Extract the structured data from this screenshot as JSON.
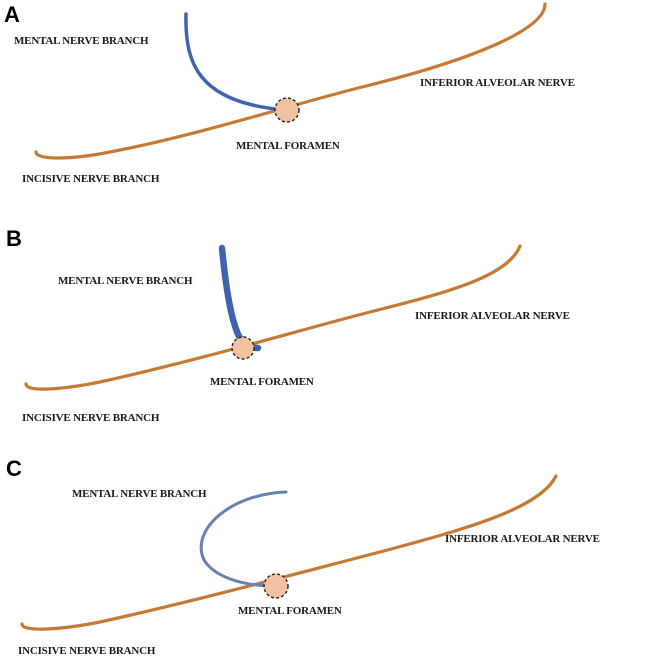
{
  "colors": {
    "main_nerve": "#c47a35",
    "mental_branch": "#3f64ad",
    "mental_branch_light": "#6880b0",
    "foramen_fill": "#f2c1a0"
  },
  "panels": [
    {
      "letter": "A",
      "mental_branch": "MENTAL  NERVE BRANCH",
      "inferior_alveolar": "INFERIOR ALVEOLAR NERVE",
      "mental_foramen": "MENTAL FORAMEN",
      "incisive": "INCISIVE NERVE BRANCH"
    },
    {
      "letter": "B",
      "mental_branch": "MENTAL  NERVE BRANCH",
      "inferior_alveolar": "INFERIOR ALVEOLAR NERVE",
      "mental_foramen": "MENTAL FORAMEN",
      "incisive": "INCISIVE NERVE BRANCH"
    },
    {
      "letter": "C",
      "mental_branch": "MENTAL  NERVE BRANCH",
      "inferior_alveolar": "INFERIOR ALVEOLAR NERVE",
      "mental_foramen": "MENTAL FORAMEN",
      "incisive": "INCISIVE NERVE BRANCH"
    }
  ]
}
